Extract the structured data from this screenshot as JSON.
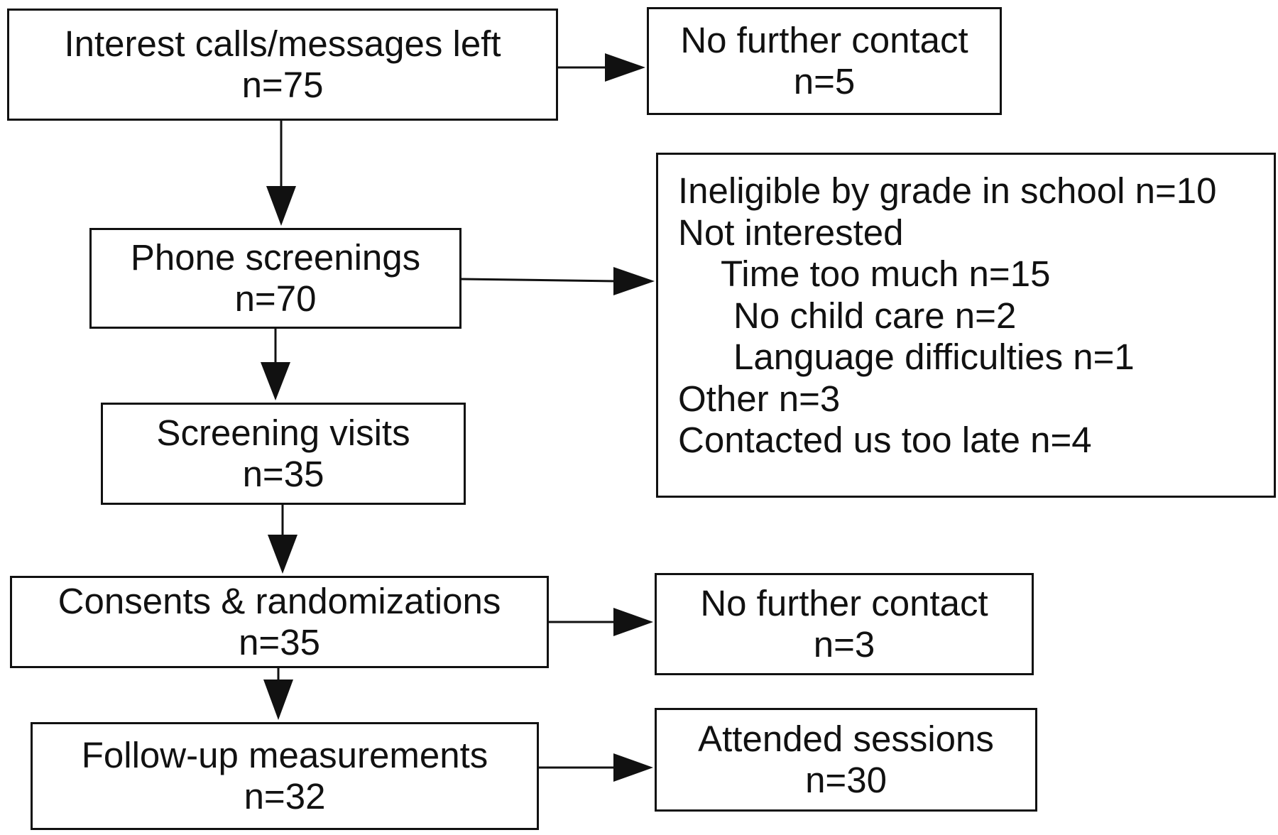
{
  "main_flow": {
    "interest": {
      "label": "Interest calls/messages left",
      "count": "n=75"
    },
    "phone": {
      "label": "Phone screenings",
      "count": "n=70"
    },
    "screening_visits": {
      "label": "Screening visits",
      "count": "n=35"
    },
    "consents": {
      "label": "Consents & randomizations",
      "count": "n=35"
    },
    "followup": {
      "label": "Follow-up measurements",
      "count": "n=32"
    }
  },
  "side_boxes": {
    "no_contact_1": {
      "label": "No further contact",
      "count": "n=5"
    },
    "exclusions": {
      "lines": [
        "Ineligible by grade in school n=10",
        "Not interested",
        "Time too much  n=15",
        "No child care  n=2",
        "Language difficulties  n=1",
        "Other n=3",
        "Contacted us too late n=4"
      ]
    },
    "no_contact_2": {
      "label": "No further contact",
      "count": "n=3"
    },
    "attended": {
      "label": "Attended sessions",
      "count": "n=30"
    }
  },
  "colors": {
    "stroke": "#111111",
    "background": "#ffffff"
  }
}
